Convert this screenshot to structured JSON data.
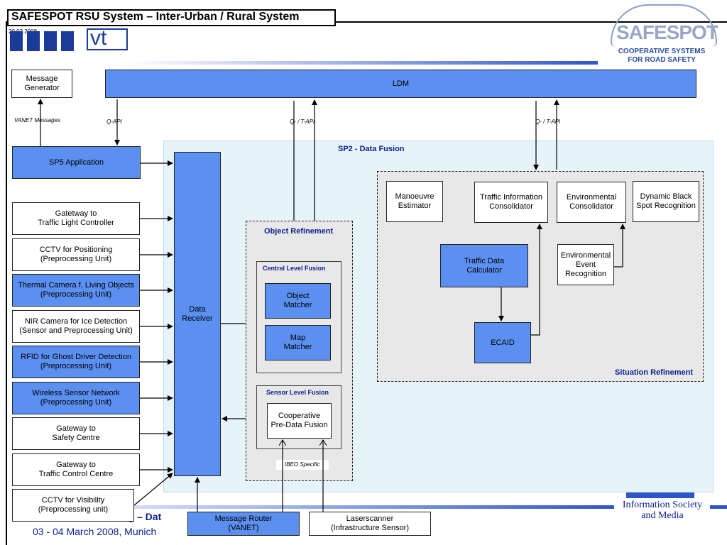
{
  "header": {
    "title": "SAFESPOT RSU System – Inter-Urban / Rural System",
    "date": "20.02.2008",
    "logo_text": "vt",
    "brand": "SAFESPOT",
    "brand_sub": "COOPERATIVE SYSTEMS\nFOR ROAD SAFETY"
  },
  "footer": {
    "event_fragment": "ng – Dat",
    "date_place": "03 - 04 March 2008, Munich",
    "eu_label": "Information Society\nand Media"
  },
  "boxes": {
    "message_generator": "Message\nGenerator",
    "ldm": "LDM",
    "sp5_application": "SP5 Application",
    "gateway_traffic_light": "Gatetway to\nTraffic Light Controller",
    "cctv_positioning": "CCTV for Positioning\n(Preprocessing Unit)",
    "thermal_camera": "Thermal Camera f. Living Objects\n(Preprocessing Unit)",
    "nir_camera": "NIR Camera for Ice Detection\n(Sensor and Preprocessing Unit)",
    "rfid": "RFID for Ghost Driver Detection\n(Preprocessing Unit)",
    "wireless_sensor": "Wireless Sensor Network\n(Preprocessing Unit)",
    "gateway_safety": "Gateway to\nSafety Centre",
    "gateway_traffic_control": "Gateway to\nTraffic Control Centre",
    "cctv_visibility": "CCTV for Visibility\n(Preprocessing unit)",
    "data_receiver": "Data\nReceiver",
    "message_router": "Message Router\n(VANET)",
    "laserscanner": "Laserscanner\n(Infrastructure Sensor)",
    "object_matcher": "Object\nMatcher",
    "map_matcher": "Map\nMatcher",
    "cooperative_predata": "Cooperative\nPre-Data Fusion",
    "manoeuvre_estimator": "Manoeuvre\nEstimator",
    "traffic_info_consolidator": "Traffic Information\nConsolidator",
    "environmental_consolidator": "Environmental\nConsolidator",
    "dynamic_black_spot": "Dynamic Black\nSpot Recognition",
    "traffic_data_calculator": "Traffic Data\nCalculator",
    "environmental_event": "Environmental\nEvent\nRecognition",
    "ecaid": "ECAID"
  },
  "sections": {
    "sp2": "SP2 - Data Fusion",
    "object_refinement": "Object Refinement",
    "central_level_fusion": "Central Level Fusion",
    "sensor_level_fusion": "Sensor Level Fusion",
    "situation_refinement": "Situation Refinement"
  },
  "labels": {
    "vanet_messages": "VANET Messages",
    "q_api": "Q-API",
    "qt_api_1": "Q- / T-API",
    "qt_api_2": "Q- / T-API",
    "ibeo_specific": "IBEO Specific"
  },
  "colors": {
    "box_blue": "#5b8ff0",
    "panel_lightblue": "#e6f3fb",
    "panel_gray": "#e8e8e8",
    "title_navy": "#0b1f8f"
  }
}
